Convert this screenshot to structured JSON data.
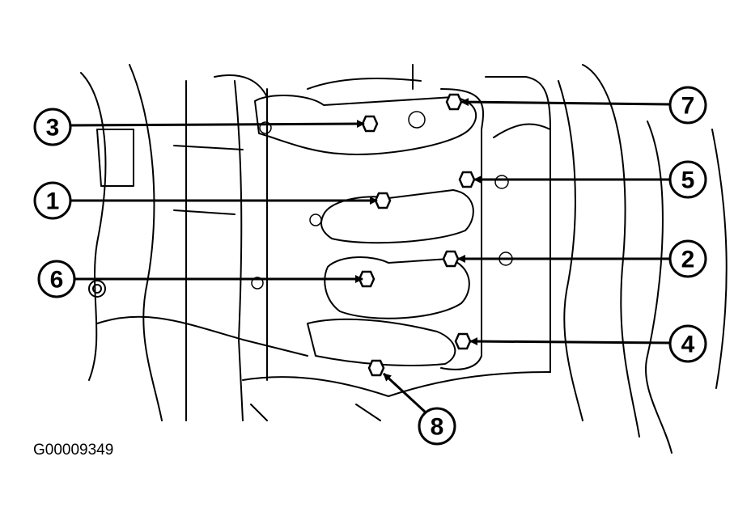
{
  "figure_id": "G00009349",
  "callouts": [
    {
      "label": "1"
    },
    {
      "label": "2"
    },
    {
      "label": "3"
    },
    {
      "label": "4"
    },
    {
      "label": "5"
    },
    {
      "label": "6"
    },
    {
      "label": "7"
    },
    {
      "label": "8"
    }
  ]
}
